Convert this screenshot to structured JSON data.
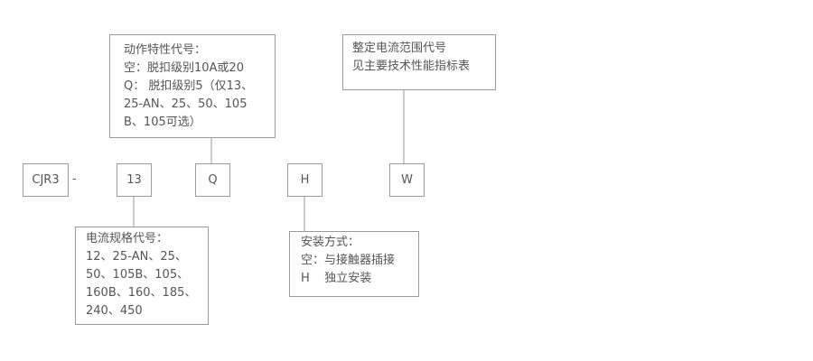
{
  "model": {
    "prefix": "CJR3",
    "separator": "-",
    "codes": [
      "13",
      "Q",
      "H",
      "W"
    ]
  },
  "notes": {
    "action_characteristics": {
      "lines": [
        "动作特性代号：",
        "空：脱扣级别10A或20",
        "Q： 脱扣级别5（仅13、",
        "25-AN、25、50、105",
        "B、105可选）"
      ]
    },
    "current_range": {
      "lines": [
        "整定电流范围代号",
        "见主要技术性能指标表"
      ]
    },
    "current_spec": {
      "lines": [
        "电流规格代号：",
        "12、25-AN、25、",
        "50、105B、105、",
        "160B、160、185、",
        "240、450"
      ]
    },
    "installation": {
      "lines": [
        "安装方式：",
        "空：与接触器插接",
        "H    独立安装"
      ]
    }
  }
}
